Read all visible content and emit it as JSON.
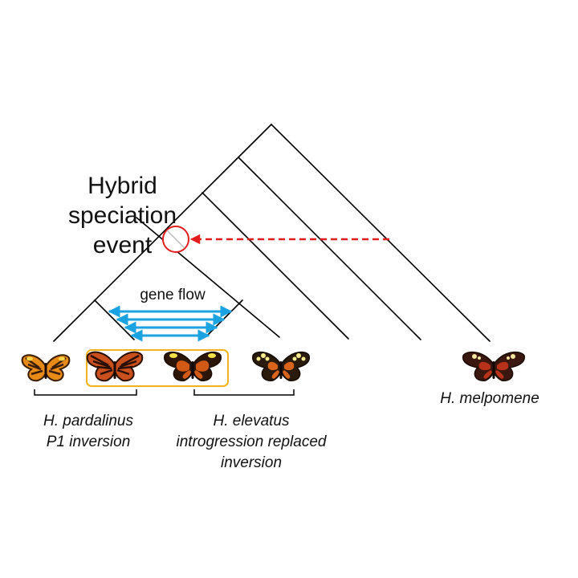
{
  "title_lines": [
    "Hybrid",
    "speciation",
    "event"
  ],
  "gene_flow_label": "gene flow",
  "clades": [
    {
      "lines": [
        "H. pardalinus",
        "P1 inversion"
      ]
    },
    {
      "lines": [
        "H. elevatus",
        "introgression replaced",
        "inversion"
      ]
    },
    {
      "lines": [
        "H. melpomene"
      ]
    }
  ],
  "colors": {
    "tree": "#000000",
    "gene_flow": "#1aa3e0",
    "hybrid_marker": "#e11d1d",
    "highlight_box": "#f2b21b"
  },
  "icons": [
    "butterfly-tiger-orange",
    "butterfly-tiger-red",
    "butterfly-red-rayed",
    "butterfly-red-rayed-yellow-spots",
    "butterfly-melpomene"
  ]
}
